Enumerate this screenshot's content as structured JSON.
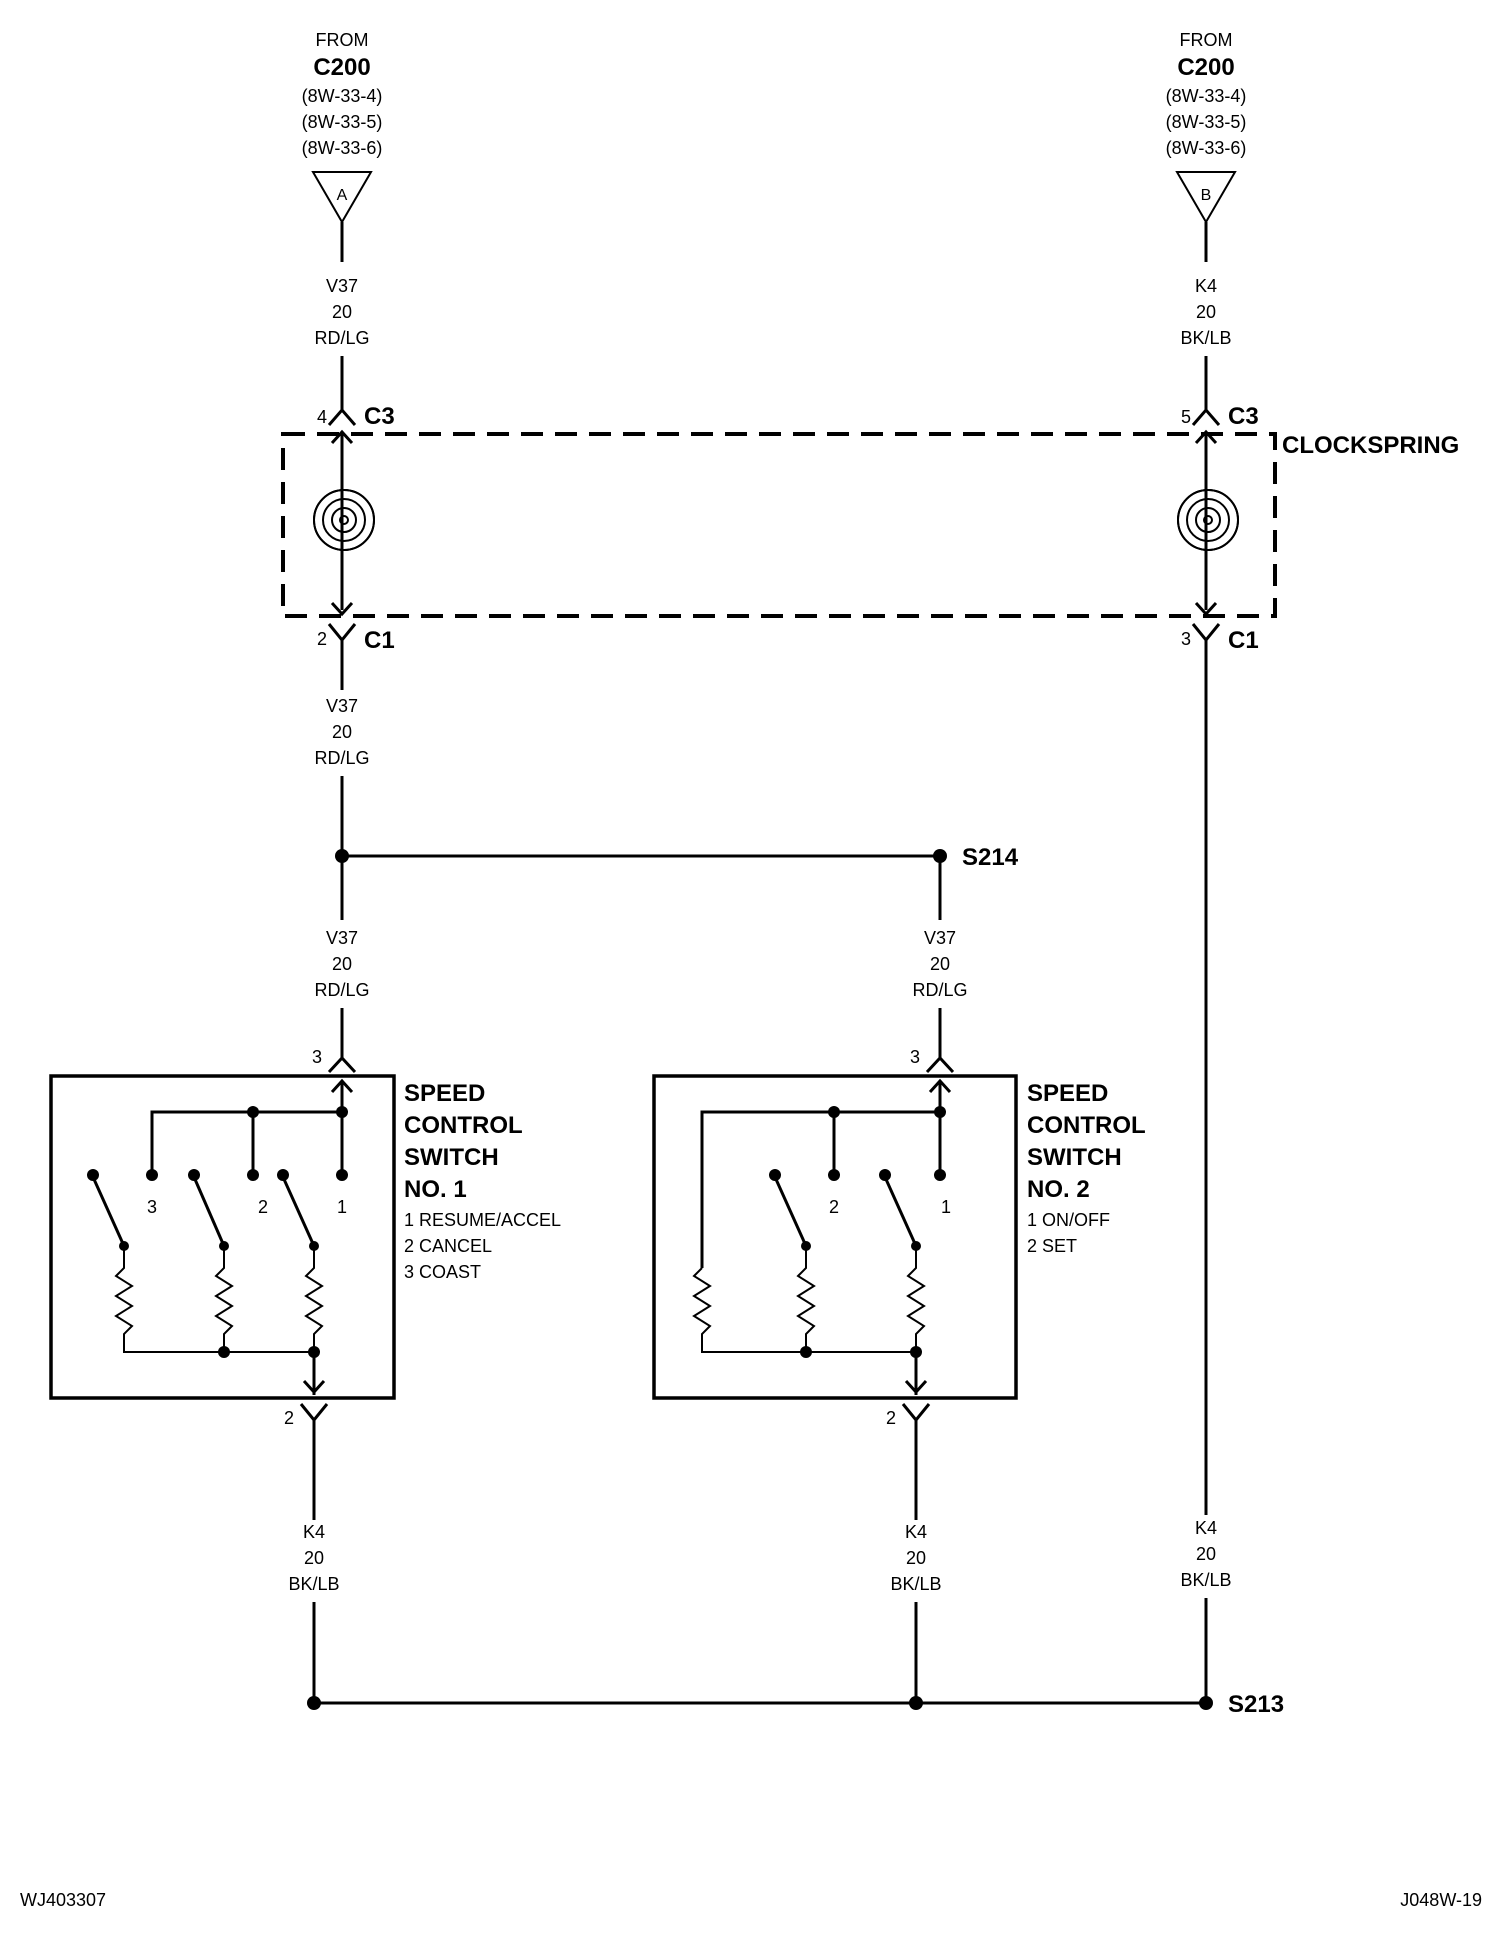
{
  "source_a": {
    "from": "FROM",
    "connector": "C200",
    "refs": [
      "(8W-33-4)",
      "(8W-33-5)",
      "(8W-33-6)"
    ],
    "letter": "A"
  },
  "source_b": {
    "from": "FROM",
    "connector": "C200",
    "refs": [
      "(8W-33-4)",
      "(8W-33-5)",
      "(8W-33-6)"
    ],
    "letter": "B"
  },
  "wires": {
    "v37_top": [
      "V37",
      "20",
      "RD/LG"
    ],
    "k4_top": [
      "K4",
      "20",
      "BK/LB"
    ],
    "v37_mid": [
      "V37",
      "20",
      "RD/LG"
    ],
    "v37_sw1": [
      "V37",
      "20",
      "RD/LG"
    ],
    "v37_sw2": [
      "V37",
      "20",
      "RD/LG"
    ],
    "k4_sw1": [
      "K4",
      "20",
      "BK/LB"
    ],
    "k4_sw2": [
      "K4",
      "20",
      "BK/LB"
    ],
    "k4_right": [
      "K4",
      "20",
      "BK/LB"
    ]
  },
  "clockspring": {
    "label": "CLOCKSPRING",
    "pin_left_top": "4",
    "pin_right_top": "5",
    "conn_top": "C3",
    "pin_left_bottom": "2",
    "pin_right_bottom": "3",
    "conn_bottom": "C1"
  },
  "splices": {
    "s214": "S214",
    "s213": "S213"
  },
  "switch1": {
    "title": [
      "SPEED",
      "CONTROL",
      "SWITCH",
      "NO. 1"
    ],
    "legend": [
      "1 RESUME/ACCEL",
      "2 CANCEL",
      "3 COAST"
    ],
    "contacts": [
      "3",
      "2",
      "1"
    ],
    "pin_in": "3",
    "pin_out": "2"
  },
  "switch2": {
    "title": [
      "SPEED",
      "CONTROL",
      "SWITCH",
      "NO. 2"
    ],
    "legend": [
      "1 ON/OFF",
      "2 SET"
    ],
    "contacts": [
      "2",
      "1"
    ],
    "pin_in": "3",
    "pin_out": "2"
  },
  "footer": {
    "left": "WJ403307",
    "right": "J048W-19"
  }
}
